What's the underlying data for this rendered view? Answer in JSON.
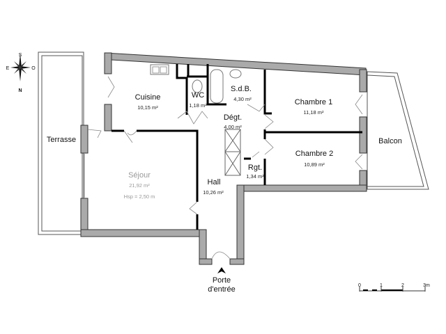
{
  "rooms": {
    "cuisine": {
      "label": "Cuisine",
      "area": "10,15 m²"
    },
    "wc": {
      "label": "WC",
      "area": "1,18 m²"
    },
    "sdb": {
      "label": "S.d.B.",
      "area": "4,30 m²"
    },
    "degt": {
      "label": "Dégt.",
      "area": "4,00 m²"
    },
    "chambre1": {
      "label": "Chambre 1",
      "area": "11,18 m²"
    },
    "chambre2": {
      "label": "Chambre 2",
      "area": "10,89 m²"
    },
    "rgt": {
      "label": "Rgt.",
      "area": "1,34 m²"
    },
    "hall": {
      "label": "Hall",
      "area": "10,26 m²"
    },
    "sejour": {
      "label": "Séjour",
      "area": "21,92 m²",
      "height": "Hsp = 2,50 m"
    },
    "terrasse": {
      "label": "Terrasse"
    },
    "balcon": {
      "label": "Balcon"
    }
  },
  "entrance": {
    "line1": "Porte",
    "line2": "d'entrée"
  },
  "compass": {
    "top": "S",
    "left": "E",
    "right": "O",
    "bottom": "N"
  },
  "scale": {
    "ticks": [
      "0",
      "1",
      "2",
      "3m"
    ]
  }
}
